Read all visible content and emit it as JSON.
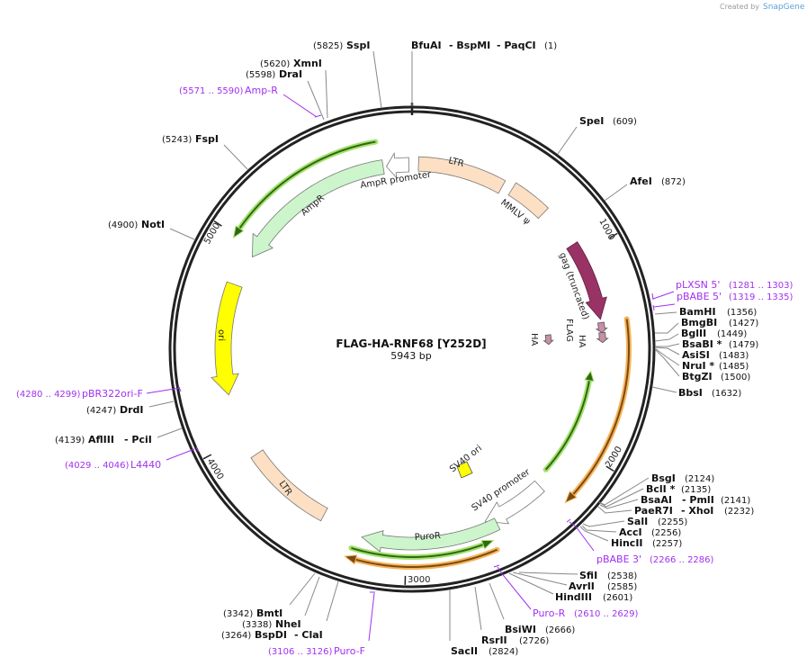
{
  "watermark": {
    "created_by": "Created by",
    "brand": "SnapGene"
  },
  "plasmid": {
    "name": "FLAG-HA-RNF68 [Y252D]",
    "size": "5943 bp"
  },
  "ticks": [
    "1000",
    "2000",
    "3000",
    "4000",
    "5000"
  ],
  "features": {
    "ltr_top": "LTR",
    "mmlv": "MMLV ψ",
    "gag": "gag (truncated)",
    "ha1": "HA",
    "flag": "FLAG",
    "ha2": "HA",
    "sv40_ori": "SV40 ori",
    "sv40_promoter": "SV40 promoter",
    "puror": "PuroR",
    "ltr_bottom": "LTR",
    "ori": "ori",
    "ampr": "AmpR",
    "ampr_promoter": "AmpR promoter"
  },
  "enzymes": {
    "sspi": {
      "name": "SspI",
      "pos": "(5825)"
    },
    "bfuai": {
      "name": "BfuAI",
      "name2": "- BspMI",
      "name3": "- PaqCI",
      "pos": "(1)"
    },
    "spei": {
      "name": "SpeI",
      "pos": "(609)"
    },
    "afei": {
      "name": "AfeI",
      "pos": "(872)"
    },
    "xmni": {
      "name": "XmnI",
      "pos": "(5620)"
    },
    "drai": {
      "name": "DraI",
      "pos": "(5598)"
    },
    "fspi": {
      "name": "FspI",
      "pos": "(5243)"
    },
    "noti": {
      "name": "NotI",
      "pos": "(4900)"
    },
    "drdi": {
      "name": "DrdI",
      "pos": "(4247)"
    },
    "afliii": {
      "name": "AflIII",
      "name2": "- PciI",
      "pos": "(4139)"
    },
    "bmti": {
      "name": "BmtI",
      "pos": "(3342)"
    },
    "nhei": {
      "name": "NheI",
      "pos": "(3338)"
    },
    "bspdi": {
      "name": "BspDI",
      "name2": "- ClaI",
      "pos": "(3264)"
    },
    "sacii": {
      "name": "SacII",
      "pos": "(2824)"
    },
    "rsrii": {
      "name": "RsrII",
      "pos": "(2726)"
    },
    "bsiwi": {
      "name": "BsiWI",
      "pos": "(2666)"
    },
    "hindiii": {
      "name": "HindIII",
      "pos": "(2601)"
    },
    "avrii": {
      "name": "AvrII",
      "pos": "(2585)"
    },
    "sfii": {
      "name": "SfiI",
      "pos": "(2538)"
    },
    "hincii": {
      "name": "HincII",
      "pos": "(2257)"
    },
    "acci": {
      "name": "AccI",
      "pos": "(2256)"
    },
    "sali": {
      "name": "SalI",
      "pos": "(2255)"
    },
    "paer7i": {
      "name": "PaeR7I",
      "name2": "- XhoI",
      "pos": "(2232)"
    },
    "bsaai": {
      "name": "BsaAI",
      "name2": "- PmlI",
      "pos": "(2141)"
    },
    "bcli": {
      "name": "BclI *",
      "pos": "(2135)"
    },
    "bsgi": {
      "name": "BsgI",
      "pos": "(2124)"
    },
    "bbsi": {
      "name": "BbsI",
      "pos": "(1632)"
    },
    "btgzi": {
      "name": "BtgZI",
      "pos": "(1500)"
    },
    "drui": {
      "name": "NruI *",
      "pos": "(1485)"
    },
    "asisi": {
      "name": "AsiSI",
      "pos": "(1483)"
    },
    "bsabi": {
      "name": "BsaBI *",
      "pos": "(1479)"
    },
    "bglii": {
      "name": "BglII",
      "pos": "(1449)"
    },
    "bmgbi": {
      "name": "BmgBI",
      "pos": "(1427)"
    },
    "bamhi": {
      "name": "BamHI",
      "pos": "(1356)"
    }
  },
  "primers": {
    "ampr": {
      "name": "Amp-R",
      "pos": "(5571 .. 5590)"
    },
    "pbr322": {
      "name": "pBR322ori-F",
      "pos": "(4280 .. 4299)"
    },
    "l4440": {
      "name": "L4440",
      "pos": "(4029 .. 4046)"
    },
    "purof": {
      "name": "Puro-F",
      "pos": "(3106 .. 3126)"
    },
    "puror": {
      "name": "Puro-R",
      "pos": "(2610 .. 2629)"
    },
    "pbabe3": {
      "name": "pBABE 3'",
      "pos": "(2266 .. 2286)"
    },
    "pbabe5": {
      "name": "pBABE 5'",
      "pos": "(1319 .. 1335)"
    },
    "plxsn5": {
      "name": "pLXSN 5'",
      "pos": "(1281 .. 1303)"
    }
  },
  "colors": {
    "primer": "#a030f0",
    "ampr": "#ccf5cc",
    "ori": "#ffff00",
    "ltr": "#fde0c4",
    "gag": "#993366",
    "tag": "#c88fa8",
    "orf_orange": "#f6b35a",
    "orf_green": "#a6e070"
  }
}
